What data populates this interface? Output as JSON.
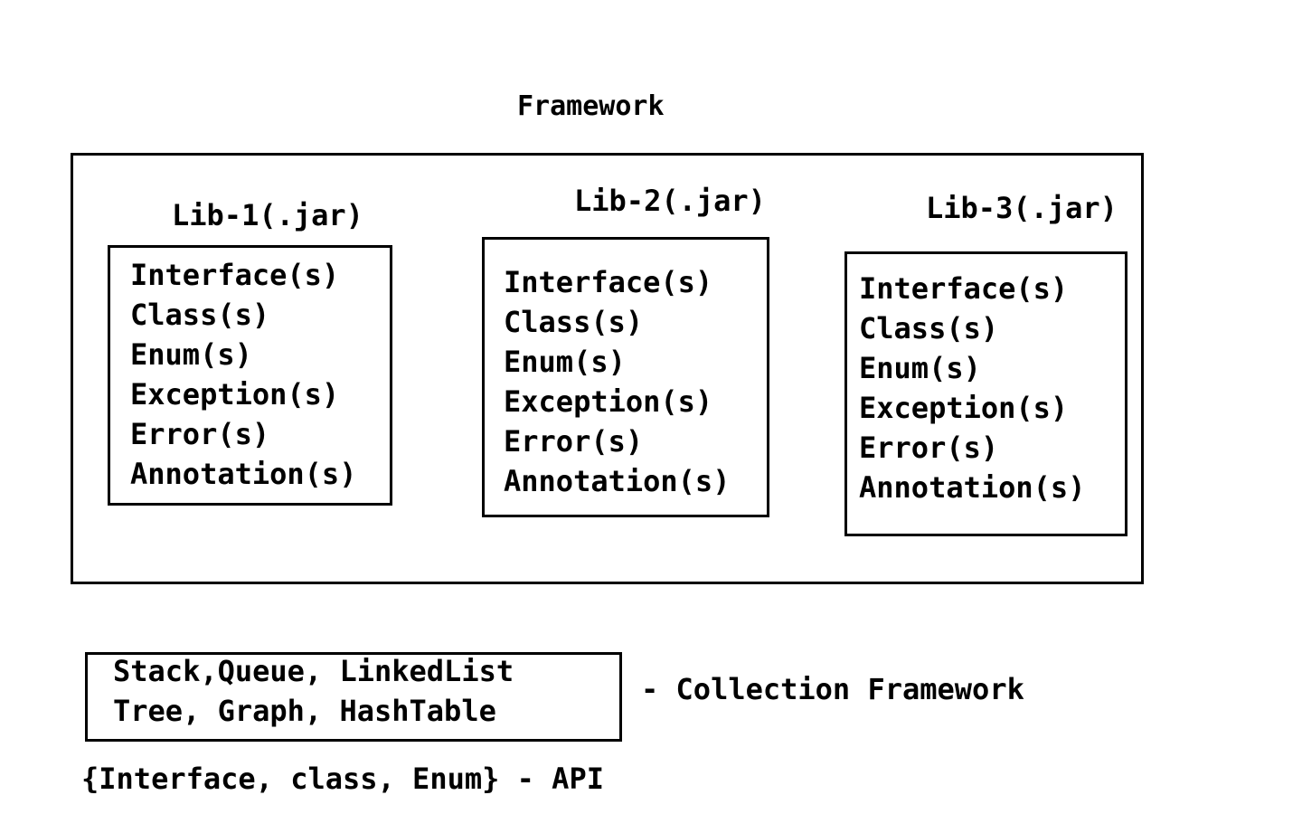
{
  "title": "Framework",
  "libraries": [
    {
      "label": "Lib-1(.jar)",
      "items": [
        "Interface(s)",
        "Class(s)",
        "Enum(s)",
        "Exception(s)",
        "Error(s)",
        "Annotation(s)"
      ]
    },
    {
      "label": "Lib-2(.jar)",
      "items": [
        "Interface(s)",
        "Class(s)",
        "Enum(s)",
        "Exception(s)",
        "Error(s)",
        "Annotation(s)"
      ]
    },
    {
      "label": "Lib-3(.jar)",
      "items": [
        "Interface(s)",
        "Class(s)",
        "Enum(s)",
        "Exception(s)",
        "Error(s)",
        "Annotation(s)"
      ]
    }
  ],
  "collection": {
    "lines": [
      "Stack,Queue, LinkedList",
      "Tree, Graph, HashTable"
    ],
    "caption": "- Collection Framework"
  },
  "api_line": "{Interface, class, Enum} - API"
}
